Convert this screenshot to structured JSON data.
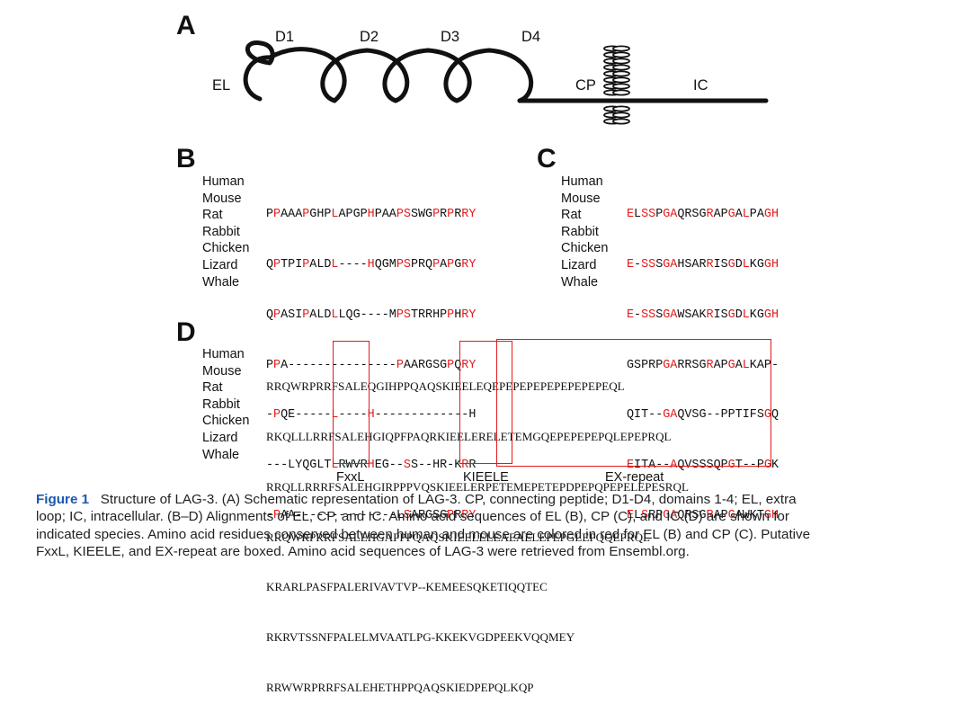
{
  "panels": {
    "a": "A",
    "b": "B",
    "c": "C",
    "d": "D"
  },
  "schematic": {
    "domains": [
      "D1",
      "D2",
      "D3",
      "D4"
    ],
    "el": "EL",
    "cp": "CP",
    "ic": "IC"
  },
  "species": [
    "Human",
    "Mouse",
    "Rat",
    "Rabbit",
    "Chicken",
    "Lizard",
    "Whale"
  ],
  "alignment_b": [
    "PPAAAPGHPLAPGPHPAAPSSWGPRPRRY",
    "QPTPIPALDL----HQGMPSPRQPAPGRY",
    "QPASIPALDLLQG----MPSTRRHPPHRY",
    "PPA---------------PAARGSGPQRY",
    "-PQE-----L----H-------------H",
    "---LYQGLTLRWVRHEG--SS--HR-KRR",
    "-PAA--------------LSARGSGPRRY"
  ],
  "alignment_c": [
    "ELSSPGAQRSGRAPGALPAGH",
    "E-SSSGAHSARRISGDLKGGH",
    "E-SSSGAWSAKRISGDLKGGH",
    "GSPRPGARRSGRAPGALKAP-",
    "QIT--GAQVSG--PPTIFSGQ",
    "EITA--AQVSSSQPGT--PGK",
    "ELSRPGAQRSGRAPGAWKTGH"
  ],
  "alignment_d": [
    "RRQWRPRRFSALEQGIHPPQAQSKIEELEQEPEPEPEPEPEPEPEPEQL",
    "RKQLLLRRFSALEHGIQPFPAQRKIEELERELETEMGQEPEPEPEPQLEPEPRQL",
    "RRQLLRRRFSALEHGIRPPPVQSKIEELERPETEMEPETEPDPEPQPEPELEPESRQL",
    "RRQWRPRRFSALEHGAPPPQAQSKIEELELEAEAELEPEPGLEPQQEPRQL",
    "KRARLPASFPALERIVAVTVP--KEMEESQKETIQQTEC",
    "RKRVTSSNFPALELMVAATLPG-KKEKVGDPEEKVQQMEY",
    "RRWWRPRRFSALEHETHPPQAQSKIEDPEPQLKQP"
  ],
  "motifs": {
    "fxxl": "FxxL",
    "kieele": "KIEELE",
    "ex_repeat": "EX-repeat"
  },
  "caption": {
    "label": "Figure 1",
    "lines": [
      "Structure of LAG-3. (A) Schematic representation of LAG-3. CP, connecting peptide; D1-D4, domains 1-4; EL, extra",
      "loop; IC, intracellular. (B–D) Alignments of EL, CP, and IC. Amino acid sequences of EL (B), CP (C), and IC (D) are shown for",
      "indicated species. Amino acid residues conserved between human and mouse are colored in red for EL (B) and CP (C). Putative",
      "FxxL, KIEELE, and EX-repeat are boxed. Amino acid sequences of LAG-3 were retrieved from Ensembl.org."
    ]
  },
  "colors": {
    "conserved": "#e41a1a",
    "figure_label": "#1a58b0",
    "line": "#111111"
  }
}
